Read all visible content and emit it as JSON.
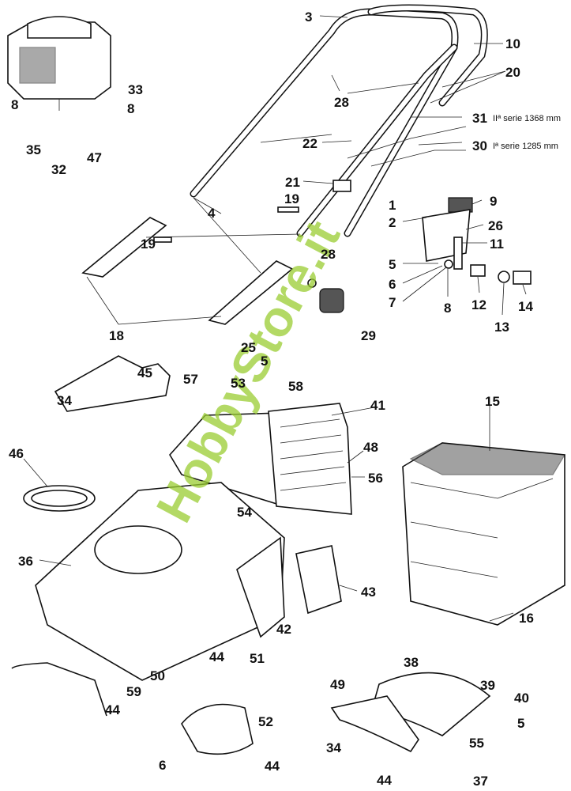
{
  "diagram": {
    "watermark": "HobbyStore.it",
    "accent_color": "#9acd32",
    "labels": [
      "3",
      "10",
      "20",
      "28",
      "31",
      "22",
      "30",
      "21",
      "19",
      "1",
      "9",
      "4",
      "2",
      "26",
      "11",
      "19",
      "28",
      "5",
      "6",
      "7",
      "8",
      "12",
      "13",
      "14",
      "18",
      "29",
      "25",
      "5",
      "33",
      "8",
      "8",
      "35",
      "32",
      "47",
      "45",
      "57",
      "53",
      "58",
      "15",
      "34",
      "41",
      "46",
      "48",
      "56",
      "54",
      "36",
      "43",
      "42",
      "16",
      "44",
      "51",
      "50",
      "59",
      "44",
      "38",
      "39",
      "40",
      "49",
      "5",
      "52",
      "34",
      "55",
      "6",
      "44",
      "44",
      "37"
    ],
    "notes": {
      "series_2": "IIª serie 1368 mm",
      "series_1": "Iª serie 1285 mm"
    }
  }
}
